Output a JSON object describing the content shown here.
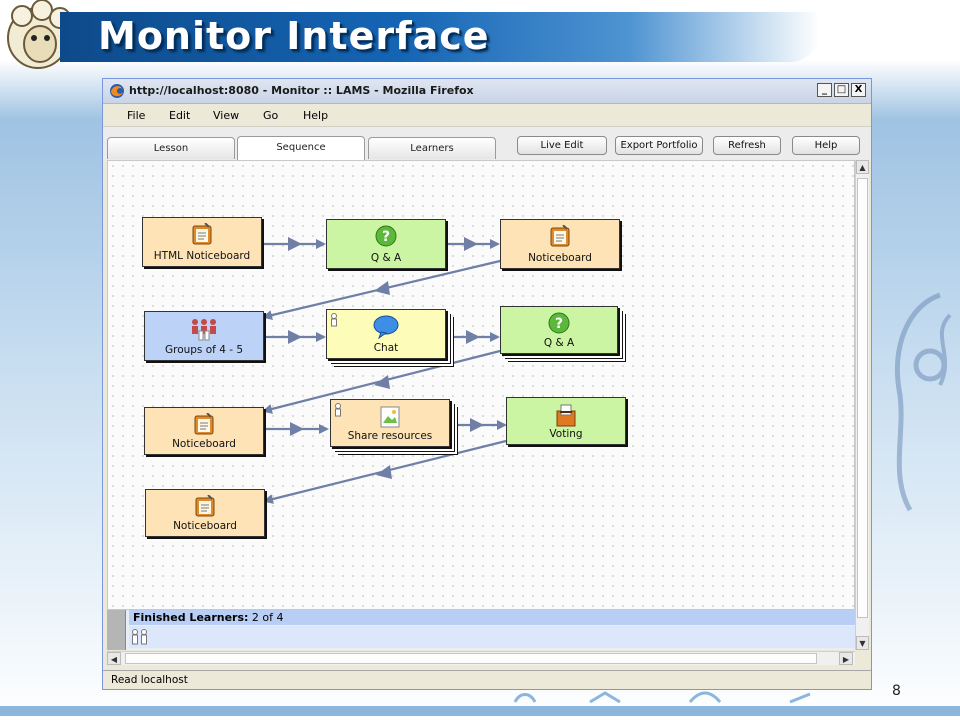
{
  "slide": {
    "title": "Monitor Interface",
    "page_number": "8"
  },
  "browser": {
    "window_title": "http://localhost:8080 - Monitor :: LAMS - Mozilla Firefox",
    "window_buttons": {
      "minimize": "_",
      "maximize": "□",
      "close": "X"
    },
    "menu": [
      "File",
      "Edit",
      "View",
      "Go",
      "Help"
    ],
    "status_text": "Read localhost"
  },
  "monitor": {
    "tabs": [
      {
        "label": "Lesson",
        "active": false
      },
      {
        "label": "Sequence",
        "active": true
      },
      {
        "label": "Learners",
        "active": false
      }
    ],
    "buttons": {
      "live_edit": "Live Edit",
      "export_portfolio": "Export Portfolio",
      "refresh": "Refresh",
      "help": "Help"
    },
    "activities": [
      {
        "label": "HTML Noticeboard",
        "icon": "noticeboard-icon",
        "color": "#fde3b6"
      },
      {
        "label": "Q & A",
        "icon": "question-icon",
        "color": "#ccf5a3"
      },
      {
        "label": "Noticeboard",
        "icon": "noticeboard-icon",
        "color": "#fde3b6"
      },
      {
        "label": "Groups of 4 - 5",
        "icon": "groups-icon",
        "color": "#bcd3f7"
      },
      {
        "label": "Chat",
        "icon": "chat-bubble-icon",
        "color": "#fdfdb9"
      },
      {
        "label": "Q & A",
        "icon": "question-icon",
        "color": "#ccf5a3"
      },
      {
        "label": "Noticeboard",
        "icon": "noticeboard-icon",
        "color": "#fde3b6"
      },
      {
        "label": "Share resources",
        "icon": "share-resources-icon",
        "color": "#fde3b6"
      },
      {
        "label": "Voting",
        "icon": "voting-icon",
        "color": "#ccf5a3"
      },
      {
        "label": "Noticeboard",
        "icon": "noticeboard-icon",
        "color": "#fde3b6"
      }
    ],
    "finished_learners": {
      "label": "Finished Learners:",
      "value": "2 of 4"
    }
  },
  "colors": {
    "accent": "#1565b5",
    "transition_arrow": "#6f7fa6"
  }
}
